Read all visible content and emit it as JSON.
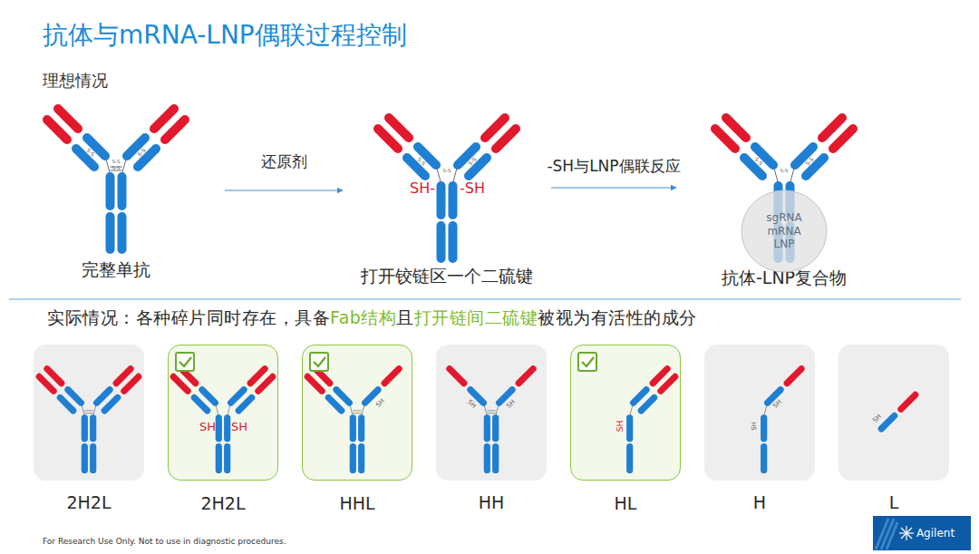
{
  "diagram": {
    "title": "抗体与mRNA-LNP偶联过程控制",
    "nodes": [
      {
        "text": [
          "完整单抗"
        ]
      },
      {
        "text": [
          "打开铰链区一个二硫键"
        ]
      },
      {
        "text": [
          "抗体-LNP复合物"
        ]
      },
      {
        "text": [
          "sgRNA mRNA LNP"
        ],
        "in": 2
      },
      {
        "text": [
          "2H2L"
        ]
      },
      {
        "text": [
          "2H2L"
        ]
      },
      {
        "text": [
          "HHL"
        ]
      },
      {
        "text": [
          "HH"
        ]
      },
      {
        "text": [
          "HL"
        ]
      },
      {
        "text": [
          "H"
        ]
      },
      {
        "text": [
          "L"
        ]
      }
    ],
    "edges": [
      {
        "from": 0,
        "to": 1,
        "arrow": "to",
        "label": "还原剂"
      },
      {
        "from": 1,
        "to": 2,
        "arrow": "to",
        "label": "-SH与LNP偶联反应"
      }
    ],
    "labels": [
      "理想情况",
      "S-S",
      "S-S",
      "S-S",
      "S-S",
      "SH-",
      "-SH",
      "S-S",
      "S-S",
      "S-S",
      "S-S",
      "S-S",
      "S-S",
      "实际情况：各种碎片同时存在，具备",
      "Fab结构",
      "且",
      "打开链间二硫键",
      "被视为有活性的成分",
      "SH",
      "SH",
      "SH",
      "SH",
      "SH",
      "SH",
      "SH",
      "SH",
      "SH",
      "For Research Use Only. Not to use in diagnostic procedures.",
      "Agilent"
    ]
  }
}
